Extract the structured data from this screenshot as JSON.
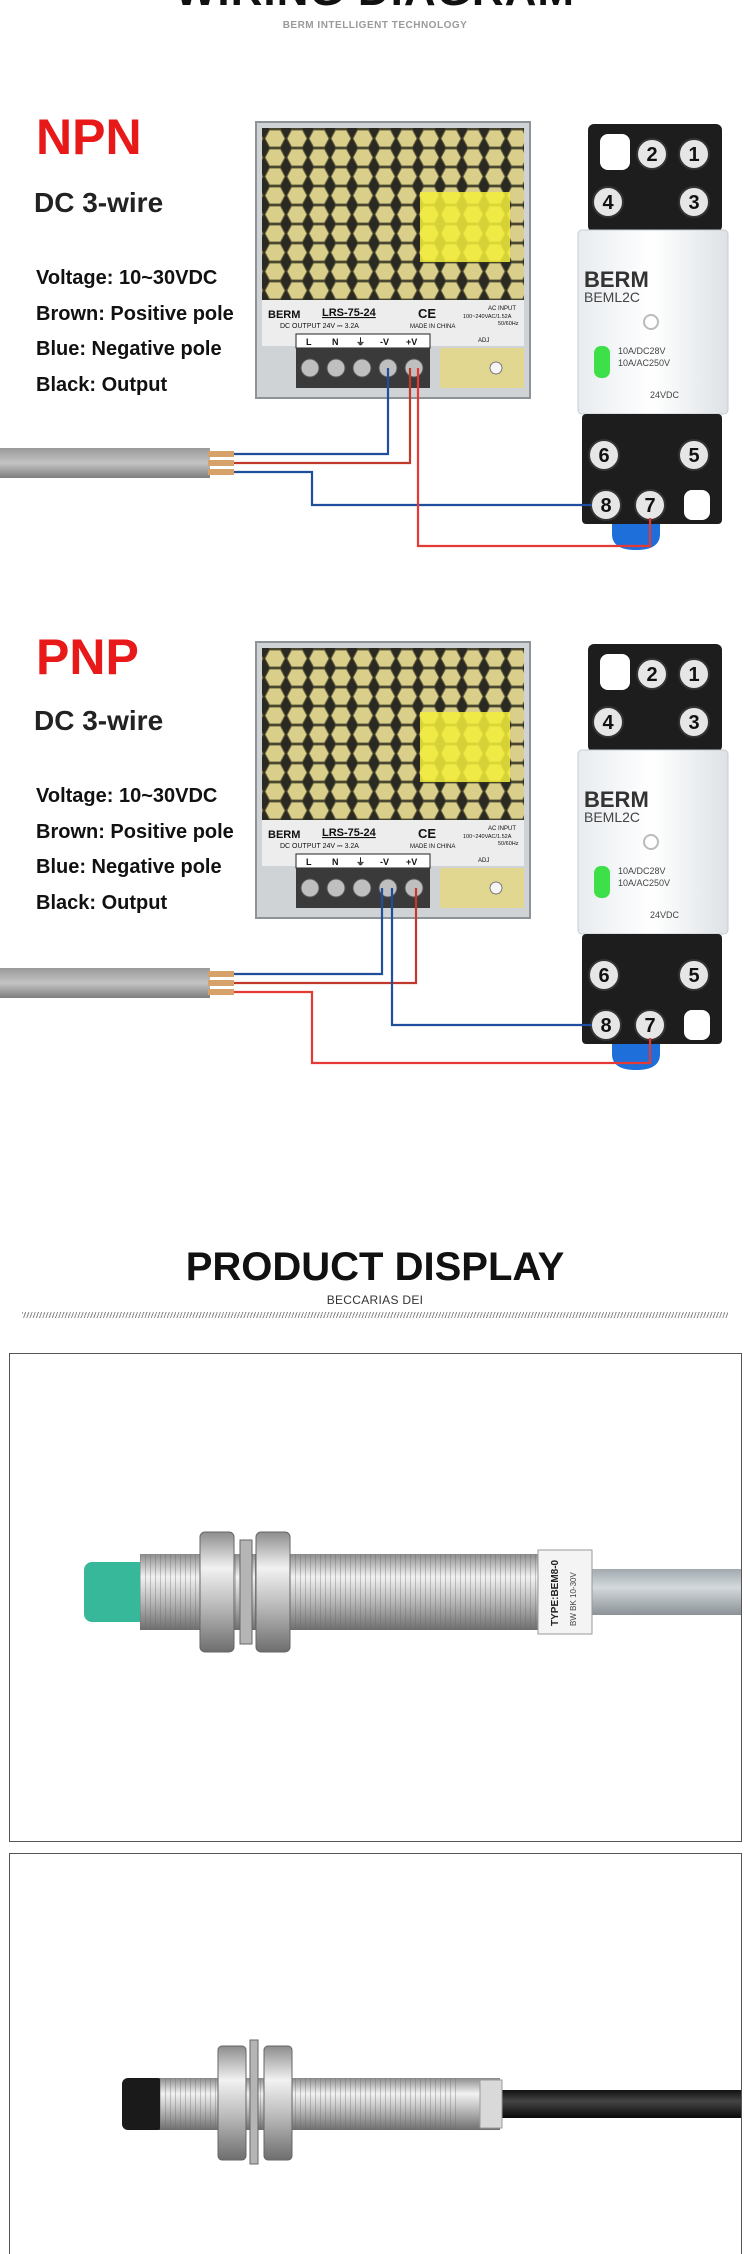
{
  "wiring": {
    "title": "WIRING DIAGRAM",
    "subtitle": "BERM INTELLIGENT TECHNOLOGY"
  },
  "diagrams": [
    {
      "type_label": "NPN",
      "wire_label": "DC 3-wire",
      "specs": [
        "Voltage: 10~30VDC",
        "Brown: Positive pole",
        "Blue: Negative pole",
        "Black: Output"
      ]
    },
    {
      "type_label": "PNP",
      "wire_label": "DC 3-wire",
      "specs": [
        "Voltage: 10~30VDC",
        "Brown: Positive pole",
        "Blue: Negative pole",
        "Black: Output"
      ]
    }
  ],
  "power_supply": {
    "brand": "BERM",
    "model": "LRS-75-24",
    "ce_mark": "CE",
    "output": "DC OUTPUT 24V ⎓ 3.2A",
    "made_in": "MADE IN CHINA",
    "ac_input": "AC INPUT",
    "ac_range": "100~240VAC/1.52A",
    "frequency": "50/60Hz",
    "terminals": [
      "L",
      "N",
      "⏚",
      "-V",
      "+V"
    ],
    "adj": "ADJ"
  },
  "relay": {
    "brand": "BERM",
    "model": "BEML2C",
    "rating_dc": "10A/DC28V",
    "rating_ac": "10A/AC250V",
    "coil": "24VDC",
    "pins_top": [
      "2",
      "1",
      "4",
      "3"
    ],
    "pins_bottom": [
      "6",
      "5",
      "8",
      "7"
    ]
  },
  "product_display": {
    "title": "PRODUCT DISPLAY",
    "subtitle": "BECCARIAS DEI",
    "sensor_label_1": "TYPE:BEM8-0",
    "sensor_label_2": "BW BK 10-30V"
  },
  "colors": {
    "accent_red": "#e81919",
    "wire_brown": "#c0392b",
    "wire_blue": "#1f4e9c",
    "wire_black": "#111111",
    "relay_blue": "#1e6fd9",
    "sensor_teal": "#38b89a"
  }
}
